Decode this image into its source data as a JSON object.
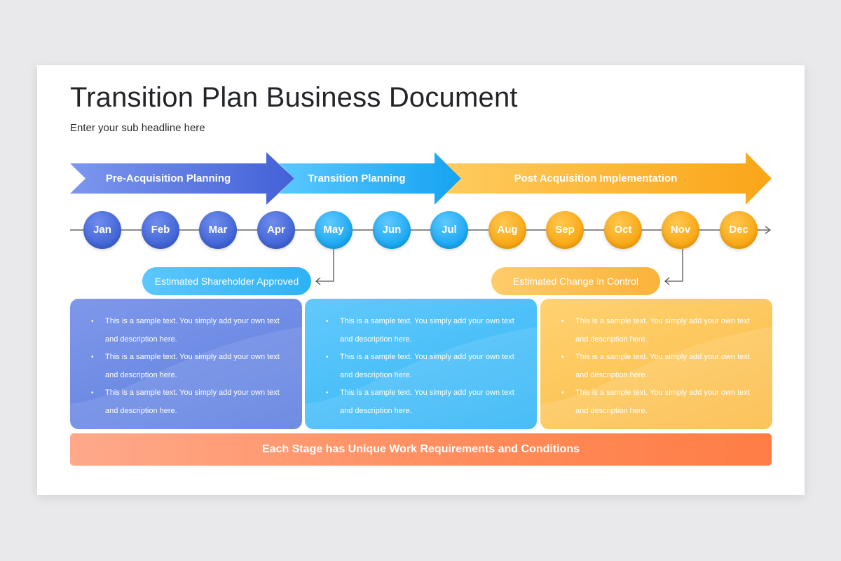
{
  "header": {
    "title": "Transition Plan Business Document",
    "subtitle": "Enter your sub headline here"
  },
  "stages": [
    {
      "label": "Pre-Acquisition Planning",
      "color": "#4f6fdf"
    },
    {
      "label": "Transition Planning",
      "color": "#24aaf5"
    },
    {
      "label": "Post Acquisition Implementation",
      "color": "#fbaa22"
    }
  ],
  "months": [
    "Jan",
    "Feb",
    "Mar",
    "Apr",
    "May",
    "Jun",
    "Jul",
    "Aug",
    "Sep",
    "Oct",
    "Nov",
    "Dec"
  ],
  "milestones": [
    {
      "label": "Estimated Shareholder Approved",
      "month": "May"
    },
    {
      "label": "Estimated Change in Control",
      "month": "Nov"
    }
  ],
  "cards": [
    {
      "items": [
        "This is a sample text. You simply add your own text and description here.",
        "This is a sample text. You simply add your own text and description here.",
        "This is a sample text. You simply add your own text and description here."
      ]
    },
    {
      "items": [
        "This is a sample text. You simply add your own text and description here.",
        "This is a sample text. You simply add your own text and description here.",
        "This is a sample text. You simply add your own text and description here."
      ]
    },
    {
      "items": [
        "This is a sample text. You simply add your own text and description here.",
        "This is a sample text. You simply add your own text and description here.",
        "This is a sample text. You simply add your own text and description here."
      ]
    }
  ],
  "footer": {
    "banner": "Each Stage has Unique Work Requirements and Conditions"
  }
}
